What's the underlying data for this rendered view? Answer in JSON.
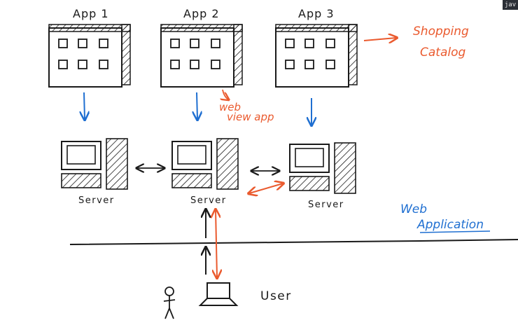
{
  "apps": [
    {
      "label": "App 1"
    },
    {
      "label": "App 2"
    },
    {
      "label": "App 3"
    }
  ],
  "annotations": {
    "shopping_line1": "Shopping",
    "shopping_line2": "Catalog",
    "webview_line1": "web",
    "webview_line2": "view app",
    "webapp_line1": "Web",
    "webapp_line2": "Application",
    "user": "User"
  },
  "servers": [
    {
      "label": "Server"
    },
    {
      "label": "Server"
    },
    {
      "label": "Server"
    }
  ],
  "corner_tab": "jav",
  "colors": {
    "ink": "#1a1a1a",
    "blue": "#1f6fd1",
    "orange": "#ea5a2e"
  }
}
